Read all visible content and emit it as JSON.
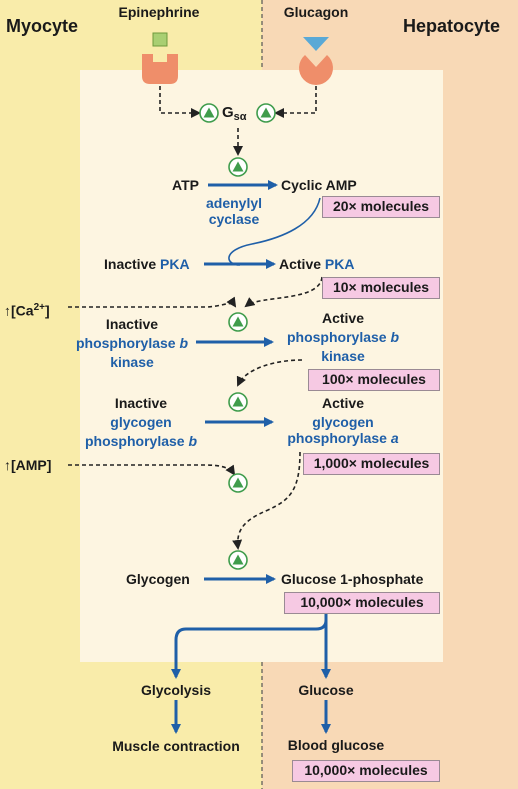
{
  "panels": {
    "left": "Myocyte",
    "right": "Hepatocyte"
  },
  "hormones": {
    "left": "Epinephrine",
    "right": "Glucagon"
  },
  "g_protein": {
    "main": "G",
    "sub": "sα"
  },
  "cascade": {
    "atp": "ATP",
    "camp": "Cyclic AMP",
    "adenylyl_1": "adenylyl",
    "adenylyl_2": "cyclase",
    "camp_amount": "20× molecules",
    "pka_inactive_prefix": "Inactive ",
    "pka_active_prefix": "Active ",
    "pka": "PKA",
    "pka_amount": "10× molecules",
    "calcium": "↑[Ca",
    "calcium_sup": "2+",
    "calcium_end": "]",
    "pk_inactive_1": "Inactive",
    "pk_inactive_2": "phosphorylase ",
    "pk_inactive_b": "b",
    "pk_inactive_3": "kinase",
    "pk_active_1": "Active",
    "pk_active_2": "phosphorylase ",
    "pk_active_b": "b",
    "pk_active_3": "kinase",
    "pk_amount": "100× molecules",
    "gp_inactive_1": "Inactive",
    "gp_inactive_2": "glycogen",
    "gp_inactive_3": "phosphorylase ",
    "gp_inactive_b": "b",
    "gp_active_1": "Active",
    "gp_active_2": "glycogen",
    "gp_active_3": "phosphorylase ",
    "gp_active_a": "a",
    "gp_amount": "1,000× molecules",
    "amp": "↑[AMP]",
    "glycogen": "Glycogen",
    "g1p": "Glucose 1-phosphate",
    "g1p_amount": "10,000× molecules",
    "glycolysis": "Glycolysis",
    "glucose": "Glucose",
    "muscle": "Muscle contraction",
    "blood": "Blood glucose",
    "blood_amount": "10,000× molecules"
  },
  "colors": {
    "myocyte_bg": "#f9ecaa",
    "hepatocyte_bg": "#f8d9b6",
    "inner_bg": "#fdf5e1",
    "arrow_blue": "#1f5fa8",
    "receptor": "#ef8e6a",
    "activator_green": "#3f9c4c",
    "amount_box": "#f6c9e3"
  }
}
